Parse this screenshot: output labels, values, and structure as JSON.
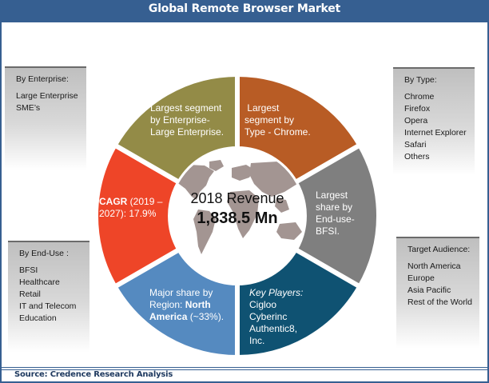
{
  "header": {
    "title": "Global Remote Browser Market"
  },
  "center": {
    "label": "2018 Revenue",
    "value": "1,838.5 Mn",
    "map_icon": "world-map-icon"
  },
  "segments": [
    {
      "id": "type",
      "color": "#b85c25",
      "lines": [
        " Largest",
        "segment by",
        "Type - Chrome."
      ]
    },
    {
      "id": "end-use",
      "color": "#7f7f7f",
      "lines": [
        "Largest",
        "share by",
        "End-use-",
        "BFSI."
      ]
    },
    {
      "id": "key-players",
      "color": "#0f5272",
      "title": "Key Players:",
      "lines": [
        "Cigloo",
        "Cyberinc",
        "Authentic8,",
        "Inc."
      ]
    },
    {
      "id": "region",
      "color": "#558ac0",
      "lines": [
        "Major share by",
        "Region: ",
        "North",
        "America",
        " (~33%)."
      ]
    },
    {
      "id": "cagr",
      "color": "#ee4528",
      "lines": [
        "CAGR",
        " (2019 –",
        "2027): 17.9%"
      ]
    },
    {
      "id": "enterprise",
      "color": "#938b47",
      "lines": [
        "Largest segment",
        "by Enterprise-",
        "Large Enterprise."
      ]
    }
  ],
  "side_boxes": {
    "enterprise": {
      "title": "By Enterprise:",
      "items": [
        "Large Enterprise",
        "SME’s"
      ]
    },
    "type": {
      "title": "By Type:",
      "items": [
        "Chrome",
        "Firefox",
        "Opera",
        "Internet Explorer",
        "Safari",
        "Others"
      ]
    },
    "end_use": {
      "title": "By End-Use :",
      "items": [
        "BFSI",
        "Healthcare",
        "Retail",
        "IT and Telecom",
        "Education"
      ]
    },
    "audience": {
      "title": "Target Audience:",
      "items": [
        "North America",
        "Europe",
        "Asia Pacific",
        "Rest of the World"
      ]
    }
  },
  "footer": {
    "source": "Source: Credence Research Analysis"
  },
  "colors": {
    "frame": "#365f91",
    "map": "#a39592"
  }
}
